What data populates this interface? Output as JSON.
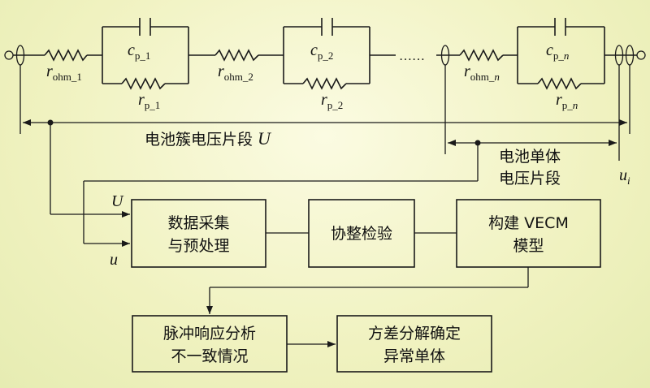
{
  "circuit": {
    "r1": {
      "sym": "r",
      "sub": "ohm_1"
    },
    "c1": {
      "sym": "c",
      "sub": "p_1"
    },
    "rp1": {
      "sym": "r",
      "sub": "p_1"
    },
    "r2": {
      "sym": "r",
      "sub": "ohm_2"
    },
    "c2": {
      "sym": "c",
      "sub": "p_2"
    },
    "rp2": {
      "sym": "r",
      "sub": "p_2"
    },
    "dots": "……",
    "rn": {
      "sym": "r",
      "sub_a": "ohm_",
      "sub_b": "n"
    },
    "cn": {
      "sym": "c",
      "sub_a": "p_",
      "sub_b": "n"
    },
    "rpn": {
      "sym": "r",
      "sub_a": "p_",
      "sub_b": "n"
    }
  },
  "labels": {
    "cluster_text": "电池簇电压片段",
    "cluster_var": "U",
    "cell_line1": "电池单体",
    "cell_line2": "电压片段",
    "ui_sym": "u",
    "ui_sub": "i",
    "input_U": "U",
    "input_u": "u"
  },
  "blocks": {
    "collect": [
      "数据采集",
      "与预处理"
    ],
    "coint": "协整检验",
    "vecm": [
      "构建 VECM",
      "模型"
    ],
    "impulse": [
      "脉冲响应分析",
      "不一致情况"
    ],
    "variance": [
      "方差分解确定",
      "异常单体"
    ]
  }
}
